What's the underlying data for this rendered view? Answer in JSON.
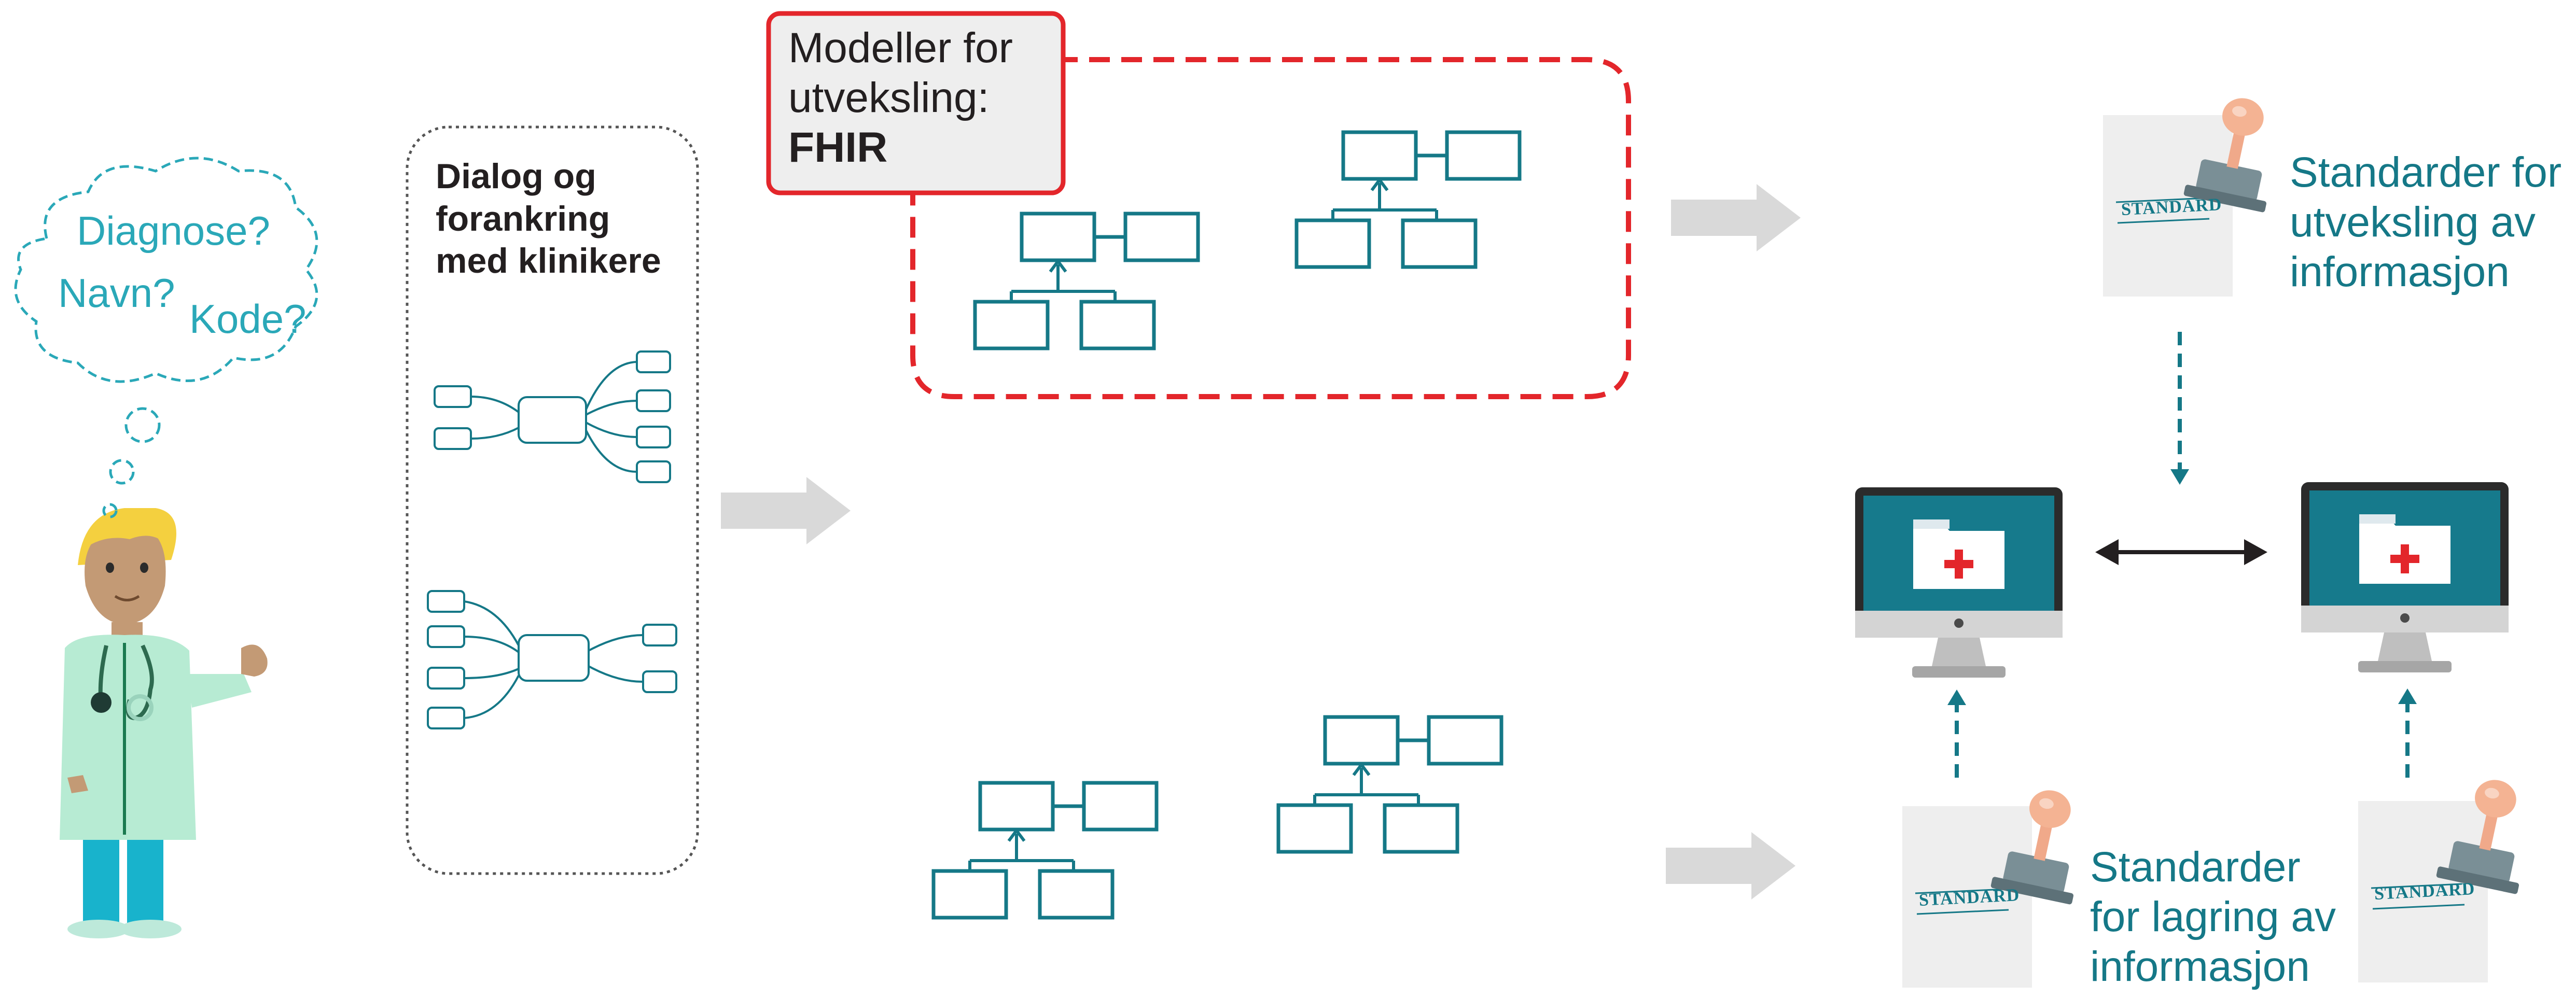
{
  "thought_bubble": {
    "words": [
      "Diagnose?",
      "Navn?",
      "Kode?"
    ]
  },
  "dialog_box": {
    "lines": [
      "Dialog og",
      "forankring",
      "med klinikere"
    ]
  },
  "fhir_box": {
    "line1": "Modeller for",
    "line2": "utveksling:",
    "bold": "FHIR"
  },
  "exchange_standards": {
    "lines": [
      "Standarder for",
      "utveksling av",
      "informasjon"
    ]
  },
  "storage_standards": {
    "lines": [
      "Standarder",
      "for lagring av",
      "informasjon"
    ]
  },
  "stamp_label": "STANDARD",
  "colors": {
    "teal": "#157887",
    "red": "#e3262b",
    "gray_arrow": "#d9d9d9",
    "monitor": "#2b2b2b",
    "screen": "#167a8c"
  }
}
